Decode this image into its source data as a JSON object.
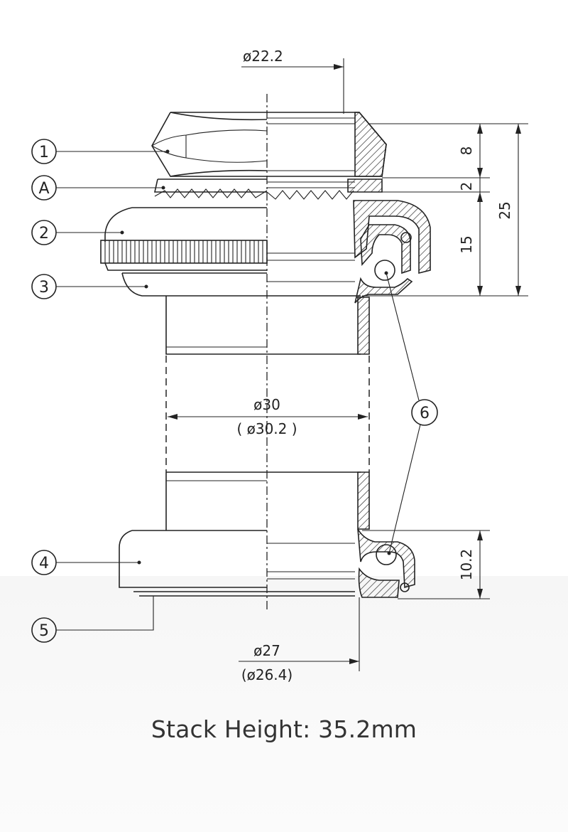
{
  "dimensions": {
    "top_bore": "ø22.2",
    "stem_dia": "ø30",
    "stem_dia_alt": "( ø30.2 )",
    "crown_dia": "ø27",
    "crown_dia_alt": "(ø26.4)",
    "h_locknut": "8",
    "h_washer": "2",
    "h_upper_cup": "15",
    "h_total": "25",
    "h_lower": "10.2"
  },
  "callouts": [
    "1",
    "A",
    "2",
    "3",
    "4",
    "5",
    "6"
  ],
  "caption": "Stack Height: 35.2mm"
}
